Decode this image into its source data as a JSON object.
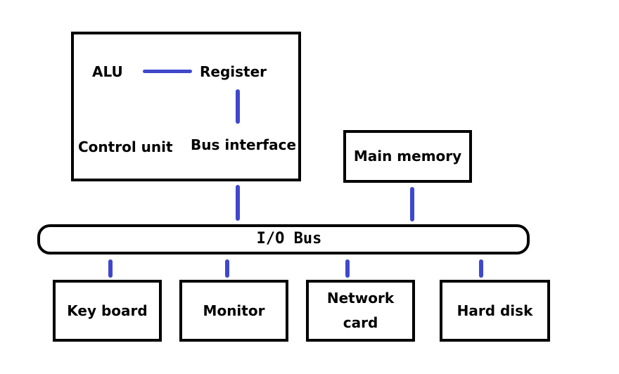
{
  "colors": {
    "connector_blue": "#3f48cc",
    "box_border": "#000000",
    "background": "#ffffff"
  },
  "cpu": {
    "alu": "ALU",
    "register": "Register",
    "control_unit": "Control unit",
    "bus_interface": "Bus interface"
  },
  "main_memory": {
    "label": "Main memory"
  },
  "io_bus": {
    "label": "I/O Bus"
  },
  "devices": {
    "keyboard": {
      "label": "Key board"
    },
    "monitor": {
      "label": "Monitor"
    },
    "network_card": {
      "line1": "Network",
      "line2": "card"
    },
    "hard_disk": {
      "label": "Hard disk"
    }
  }
}
